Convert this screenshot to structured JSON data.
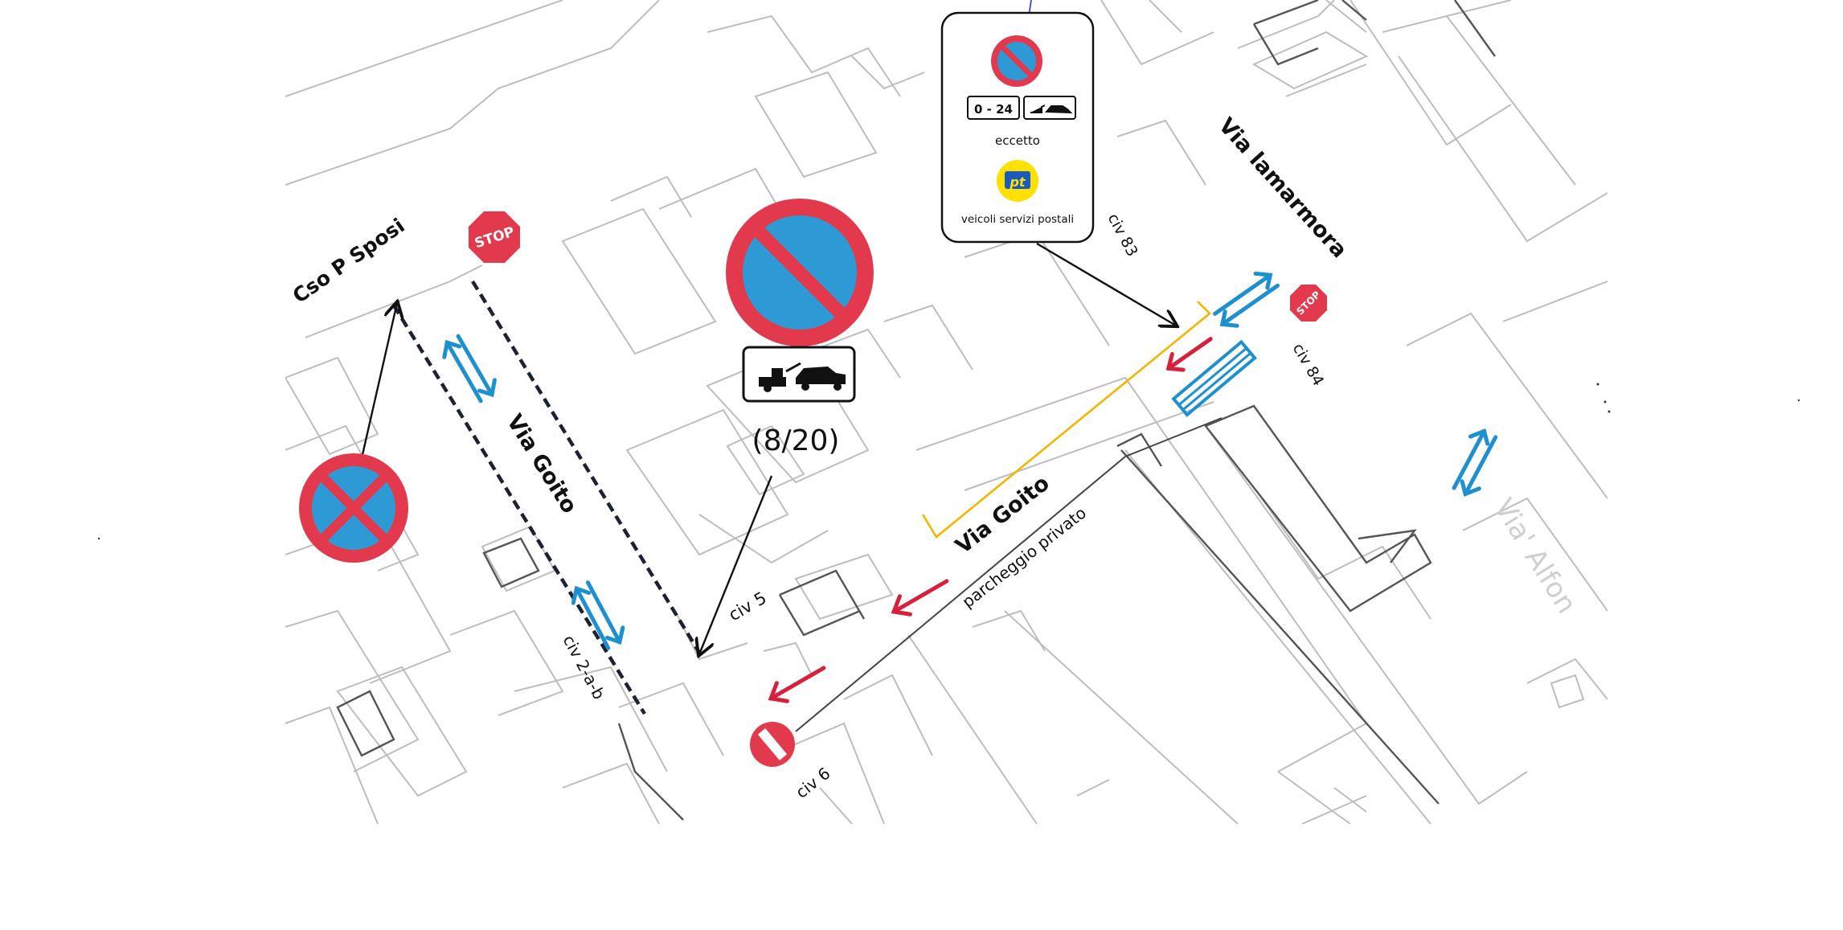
{
  "labels": {
    "cso_p_sposi": "Cso P Sposi",
    "via_goito_west": "Via Goito",
    "via_goito_east": "Via Goito",
    "via_lamarmora": "Via lamarmora",
    "via_alfonso_partial": "Via' Alfon",
    "civ_2ab": "civ  2-a-b",
    "civ_5": "civ  5",
    "civ_6": "civ  6",
    "civ_83": "civ 83",
    "civ_84": "civ 84",
    "parcheggio": "parcheggio privato",
    "hours": "(8/20)"
  },
  "stop_signs": [
    "STOP",
    "STOP"
  ],
  "postal_sign": {
    "time": "0 - 24",
    "eccetto": "eccetto",
    "logo": "pt",
    "caption": "veicoli servizi postali"
  },
  "colors": {
    "sign_red": "#e23a4c",
    "sign_blue": "#2d9ad6",
    "arrow_blue": "#1e90d0",
    "arrow_red": "#d81f3c",
    "yellow_line": "#f2b600",
    "dash_line": "#1c2233",
    "building_line": "#bdbdbd"
  },
  "icons": [
    "no-stopping-sign-icon",
    "no-parking-sign-icon",
    "tow-truck-icon",
    "no-entry-sign-icon",
    "stop-sign-icon",
    "two-way-arrows-icon",
    "one-way-arrow-icon",
    "postal-logo-icon"
  ]
}
